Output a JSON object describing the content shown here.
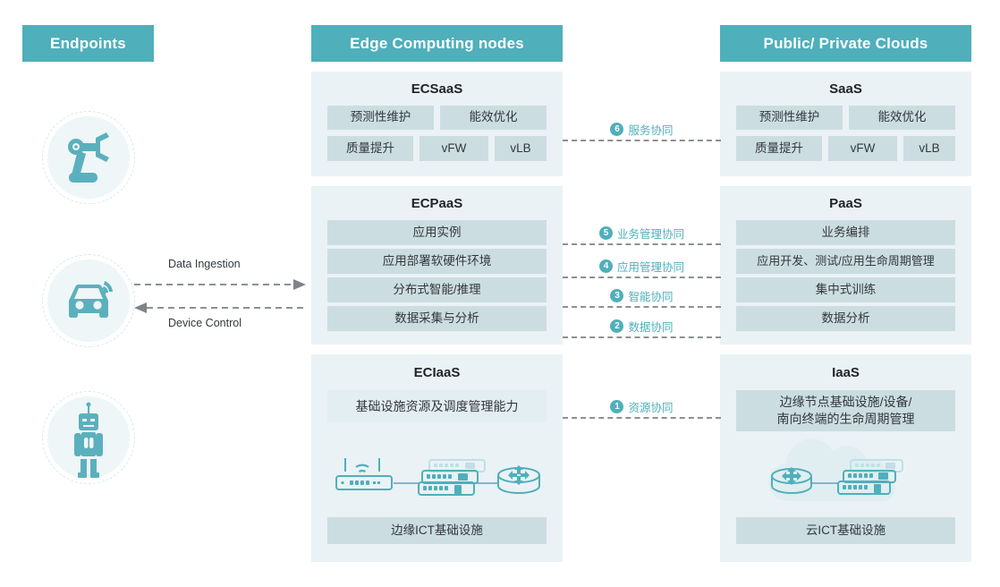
{
  "headers": {
    "endpoints": "Endpoints",
    "edge": "Edge Computing nodes",
    "cloud": "Public/ Private Clouds"
  },
  "endpoints": {
    "items": [
      {
        "icon": "robot-arm-icon",
        "name": "robot-arm"
      },
      {
        "icon": "connected-vehicle-icon",
        "name": "connected-vehicle"
      },
      {
        "icon": "humanoid-robot-icon",
        "name": "humanoid-robot"
      }
    ]
  },
  "flows": {
    "ingestion_label": "Data Ingestion",
    "control_label": "Device Control"
  },
  "edge": {
    "saas": {
      "title": "ECSaaS",
      "row1": [
        "预测性维护",
        "能效优化"
      ],
      "row2": [
        "质量提升",
        "vFW",
        "vLB"
      ]
    },
    "paas": {
      "title": "ECPaaS",
      "rows": [
        "应用实例",
        "应用部署软硬件环境",
        "分布式智能/推理",
        "数据采集与分析"
      ]
    },
    "iaas": {
      "title": "ECIaaS",
      "capability": "基础设施资源及调度管理能力",
      "footer": "边缘ICT基础设施",
      "art": "edge-network-topology"
    }
  },
  "cloud": {
    "saas": {
      "title": "SaaS",
      "row1": [
        "预测性维护",
        "能效优化"
      ],
      "row2": [
        "质量提升",
        "vFW",
        "vLB"
      ]
    },
    "paas": {
      "title": "PaaS",
      "rows": [
        "业务编排",
        "应用开发、测试/应用生命周期管理",
        "集中式训练",
        "数据分析"
      ]
    },
    "iaas": {
      "title": "IaaS",
      "capability_line1": "边缘节点基础设施/设备/",
      "capability_line2": "南向终端的生命周期管理",
      "footer": "云ICT基础设施",
      "art": "cloud-network-topology"
    }
  },
  "connectors": [
    {
      "num": "6",
      "label": "服务协同"
    },
    {
      "num": "5",
      "label": "业务管理协同"
    },
    {
      "num": "4",
      "label": "应用管理协同"
    },
    {
      "num": "3",
      "label": "智能协同"
    },
    {
      "num": "2",
      "label": "数据协同"
    },
    {
      "num": "1",
      "label": "资源协同"
    }
  ],
  "colors": {
    "brand": "#4fafbb",
    "panel_bg": "#eaf2f5",
    "cell_bg": "#ccdde2",
    "connector_line": "#8c9094",
    "text": "#32383c"
  }
}
